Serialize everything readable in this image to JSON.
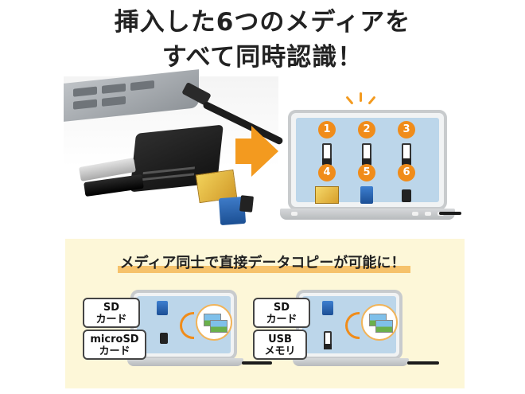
{
  "headline": {
    "line1": "挿入した6つのメディアを",
    "line2": "すべて同時認識！"
  },
  "slots": [
    {
      "number": "1",
      "media": "usb-icon"
    },
    {
      "number": "2",
      "media": "usb-icon"
    },
    {
      "number": "3",
      "media": "usb-icon"
    },
    {
      "number": "4",
      "media": "compactflash-icon"
    },
    {
      "number": "5",
      "media": "sd-card-icon"
    },
    {
      "number": "6",
      "media": "microsd-card-icon"
    }
  ],
  "panel": {
    "title": "メディア同士で直接データコピーが可能に！",
    "left": {
      "top_label_line1": "SD",
      "top_label_line2": "カード",
      "bottom_label_line1": "microSD",
      "bottom_label_line2": "カード"
    },
    "right": {
      "top_label_line1": "SD",
      "top_label_line2": "カード",
      "bottom_label_line1": "USB",
      "bottom_label_line2": "メモリ"
    }
  },
  "colors": {
    "accent_orange": "#f08c1a",
    "panel_bg": "#fdf7d8",
    "screen_blue": "#bcd6ea"
  }
}
